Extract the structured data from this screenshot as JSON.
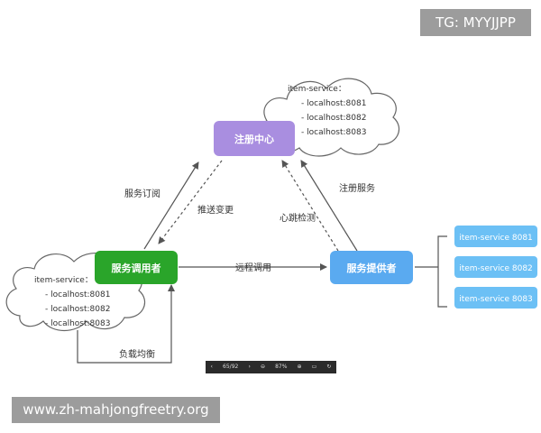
{
  "watermarks": {
    "top": "TG: MYYJJPP",
    "bottom": "www.zh-mahjongfreetry.org"
  },
  "nodes": {
    "registry": "注册中心",
    "consumer": "服务调用者",
    "provider": "服务提供者"
  },
  "instances": [
    "item-service 8081",
    "item-service 8082",
    "item-service 8083"
  ],
  "registry_cloud": {
    "title": "item-service：",
    "entries": [
      "- localhost:8081",
      "- localhost:8082",
      "- localhost:8083"
    ]
  },
  "consumer_cloud": {
    "title": "item-service：",
    "entries": [
      "- localhost:8081",
      "- localhost:8082",
      "- localhost:8083"
    ]
  },
  "edges": {
    "subscribe": "服务订阅",
    "push": "推送变更",
    "register": "注册服务",
    "heartbeat": "心跳检测",
    "remote_call": "远程调用",
    "load_balance": "负载均衡"
  },
  "viewer_toolbar": {
    "prev": "‹",
    "page": "65/92",
    "next": "›",
    "zoom_out": "⊖",
    "zoom": "87%",
    "zoom_in": "⊕"
  },
  "colors": {
    "registry": "#a98ee0",
    "consumer": "#2aa52a",
    "provider": "#5aaaf0",
    "instance": "#6cc0f5",
    "line": "#555555"
  }
}
